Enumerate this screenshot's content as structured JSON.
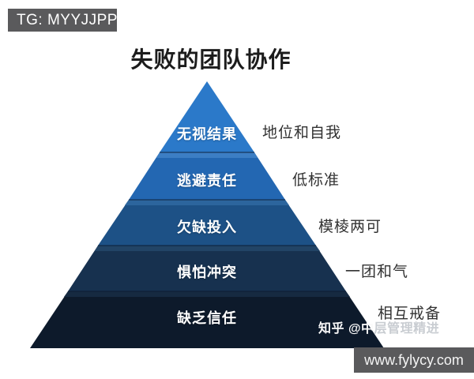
{
  "tg_banner": {
    "text": "TG: MYYJJPP",
    "bg_color": "#5a5a5c",
    "text_color": "#ffffff"
  },
  "title": {
    "text": "失败的团队协作",
    "color": "#1c1c1c"
  },
  "pyramid": {
    "label_color": "#ffffff",
    "side_label_color": "#323232",
    "divider_color": "rgba(10,26,48,0.45)",
    "levels": [
      {
        "label": "无视结果",
        "side_label": "地位和自我",
        "color": "#2b79c9",
        "bevel_color": "#2b79c9"
      },
      {
        "label": "逃避责任",
        "side_label": "低标准",
        "color": "#2367b2",
        "bevel_color": "#3c7ec4"
      },
      {
        "label": "欠缺投入",
        "side_label": "模棱两可",
        "color": "#1d5186",
        "bevel_color": "#2c659d"
      },
      {
        "label": "惧怕冲突",
        "side_label": "一团和气",
        "color": "#17314f",
        "bevel_color": "#224466"
      },
      {
        "label": "缺乏信任",
        "side_label": "相互戒备",
        "color": "#0d1a2b",
        "bevel_color": "#162a41"
      }
    ]
  },
  "watermark": {
    "text": "知乎 @中层管理精进",
    "prefix": "知乎 @中",
    "suffix": "层管理精进",
    "prefix_color": "#fafafa",
    "suffix_color": "#c9cdd2"
  },
  "site_banner": {
    "text": "www.fylycy.com",
    "bg_color": "#5a5a5c",
    "text_color": "#f5f5f5"
  }
}
